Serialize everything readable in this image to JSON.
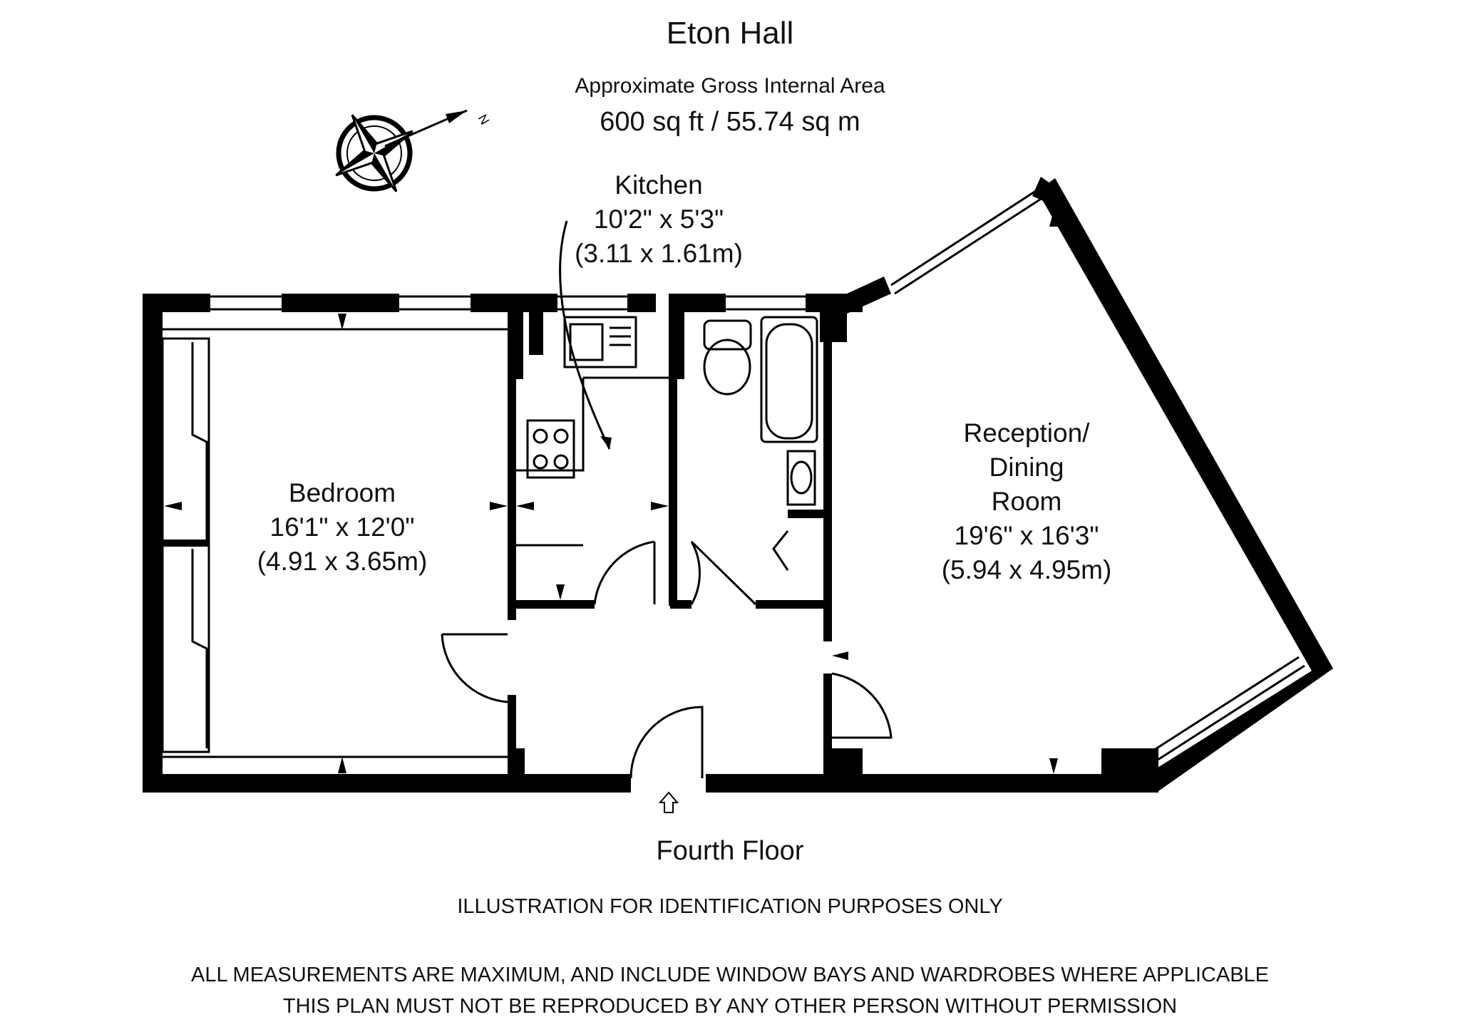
{
  "header": {
    "title": "Eton Hall",
    "subtitle": "Approximate Gross Internal Area",
    "area": "600 sq ft  /  55.74 sq m"
  },
  "rooms": {
    "kitchen": {
      "name": "Kitchen",
      "size_imperial": "10'2\" x 5'3\"",
      "size_metric": "(3.11 x 1.61m)"
    },
    "bedroom": {
      "name": "Bedroom",
      "size_imperial": "16'1\" x 12'0\"",
      "size_metric": "(4.91 x 3.65m)"
    },
    "reception": {
      "name_line1": "Reception/",
      "name_line2": "Dining",
      "name_line3": "Room",
      "size_imperial": "19'6\" x 16'3\"",
      "size_metric": "(5.94 x 4.95m)"
    }
  },
  "compass": {
    "north_label": "N",
    "icon": "compass-rose-icon"
  },
  "floor": {
    "label": "Fourth Floor"
  },
  "footer": {
    "line1": "ILLUSTRATION FOR IDENTIFICATION PURPOSES ONLY",
    "line2": "ALL MEASUREMENTS ARE MAXIMUM, AND INCLUDE WINDOW BAYS AND WARDROBES WHERE APPLICABLE",
    "line3": "THIS PLAN MUST NOT BE REPRODUCED BY ANY OTHER PERSON WITHOUT PERMISSION"
  },
  "colors": {
    "wall": "#000000",
    "line": "#222222",
    "background": "#ffffff"
  }
}
